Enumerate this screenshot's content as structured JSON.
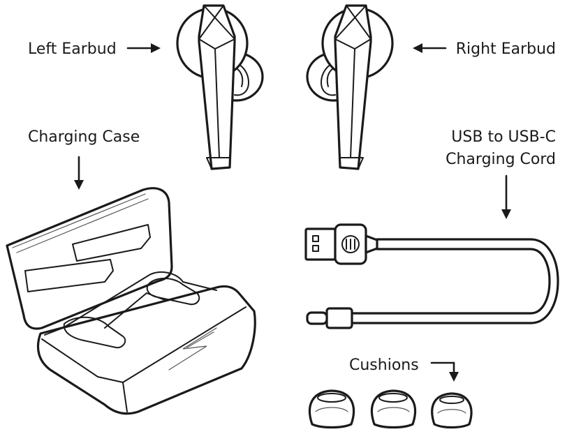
{
  "labels": {
    "left_earbud": "Left Earbud",
    "right_earbud": "Right Earbud",
    "charging_case": "Charging Case",
    "cord_line1": "USB to USB-C",
    "cord_line2": "Charging Cord",
    "cushions": "Cushions"
  },
  "colors": {
    "ink": "#1a1a1a",
    "background": "#ffffff"
  },
  "icons": [
    "left-earbud-icon",
    "right-earbud-icon",
    "charging-case-icon",
    "usb-cable-icon",
    "cushion-icon"
  ]
}
